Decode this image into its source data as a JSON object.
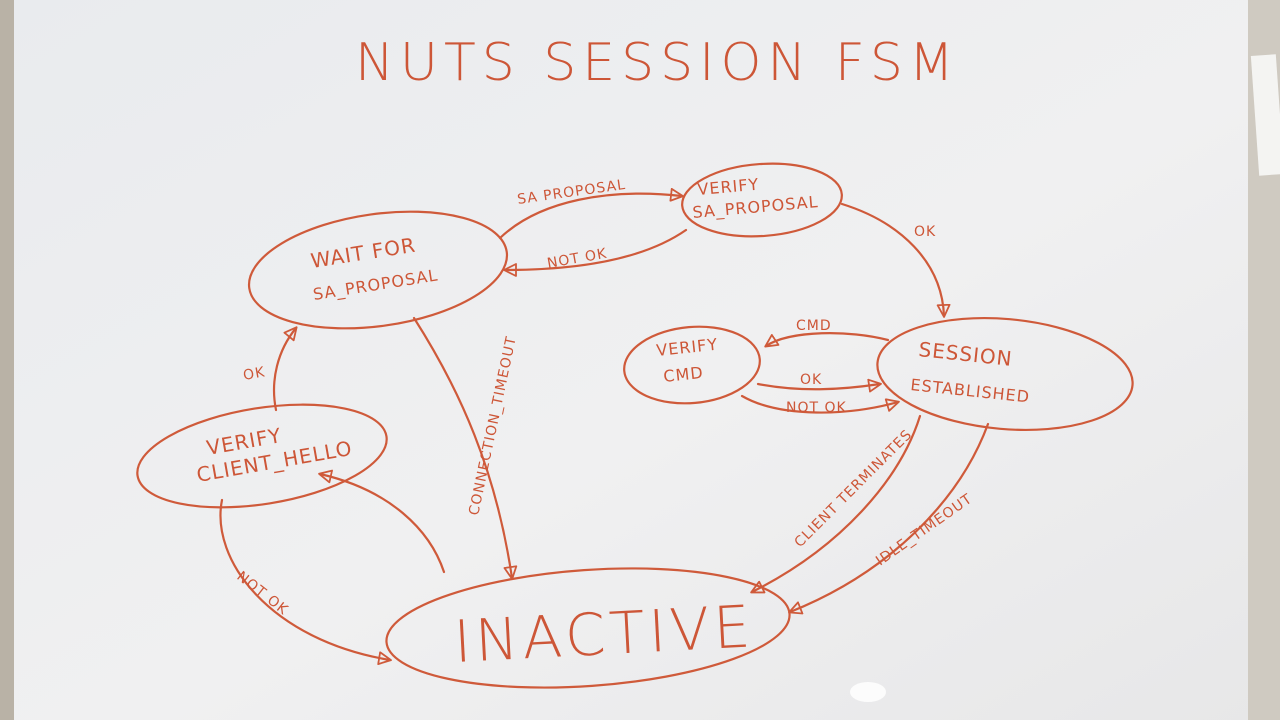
{
  "title": "NUTS SESSION FSM",
  "states": {
    "wait_for_sa_proposal": [
      "WAIT FOR",
      "SA_PROPOSAL"
    ],
    "verify_sa_proposal": [
      "VERIFY",
      "SA_PROPOSAL"
    ],
    "verify_client_hello": [
      "VERIFY",
      "CLIENT_HELLO"
    ],
    "verify_cmd": [
      "VERIFY",
      "CMD"
    ],
    "session_established": [
      "SESSION",
      "ESTABLISHED"
    ],
    "inactive": "INACTIVE"
  },
  "transitions": {
    "sa_proposal": "SA PROPOSAL",
    "not_ok_top": "NOT OK",
    "ok_right": "OK",
    "cmd": "CMD",
    "ok_cmd": "OK",
    "not_ok_cmd": "NOT OK",
    "ok_left": "OK",
    "connection_timeout": "CONNECTION_TIMEOUT",
    "client_terminates": "CLIENT TERMINATES",
    "idle_timeout": "IDLE_TIMEOUT",
    "not_ok_bottom": "NOT OK"
  },
  "colors": {
    "ink": "#cf5a3a",
    "board": "#eeeff0",
    "frame": "#b9b2a6"
  }
}
